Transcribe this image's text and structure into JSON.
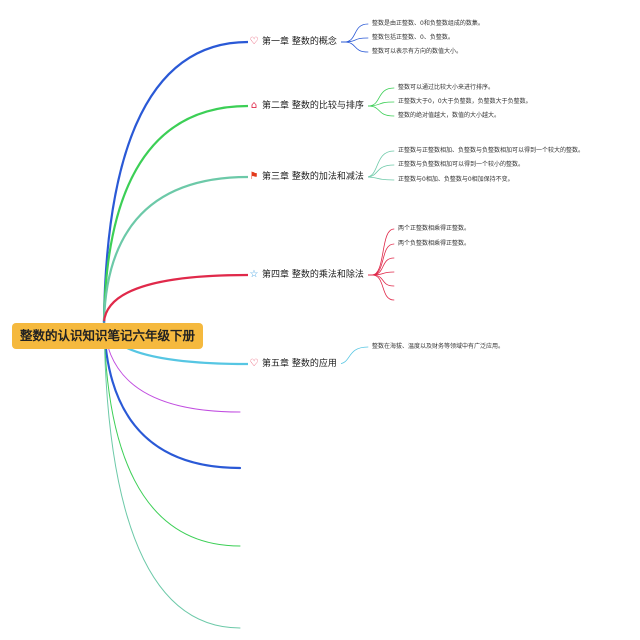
{
  "root": {
    "title": "整数的认识知识笔记六年级下册"
  },
  "chapters": [
    {
      "title": "第一章 整数的概念",
      "icon": "heart-icon",
      "color": "#2a59d6",
      "notes": [
        "整数是由正整数、0和负整数组成的数集。",
        "整数包括正整数、0、负整数。",
        "整数可以表示有方向的数值大小。"
      ]
    },
    {
      "title": "第二章 整数的比较与排序",
      "icon": "home-icon",
      "color": "#3ccf56",
      "notes": [
        "整数可以通过比较大小来进行排序。",
        "正整数大于0，0大于负整数，负整数大于负整数。",
        "整数的绝对值越大，数值的大小越大。"
      ]
    },
    {
      "title": "第三章 整数的加法和减法",
      "icon": "flag-icon",
      "color": "#6cc9a8",
      "notes": [
        "正整数与正整数相加、负整数与负整数相加可以得到一个较大的整数。",
        "正整数与负整数相加可以得到一个较小的整数。",
        "正整数与0相加、负整数与0相加保持不变。"
      ]
    },
    {
      "title": "第四章 整数的乘法和除法",
      "icon": "star-icon",
      "color": "#e0294a",
      "notes": [
        "两个正整数相乘得正整数。",
        "两个负整数相乘得正整数。"
      ]
    },
    {
      "title": "第五章 整数的应用",
      "icon": "heart-icon",
      "color": "#56c6e3",
      "notes": [
        "整数在海拔、温度以及财务等领域中有广泛应用。"
      ]
    }
  ],
  "extra_branch_colors": [
    "#c14de0",
    "#2a59d6",
    "#3ccf56",
    "#6cc9a8"
  ],
  "icon_colors": {
    "heart-icon": "#e0294a",
    "home-icon": "#e0294a",
    "flag-icon": "#e33a1c",
    "star-icon": "#3a9de0"
  }
}
